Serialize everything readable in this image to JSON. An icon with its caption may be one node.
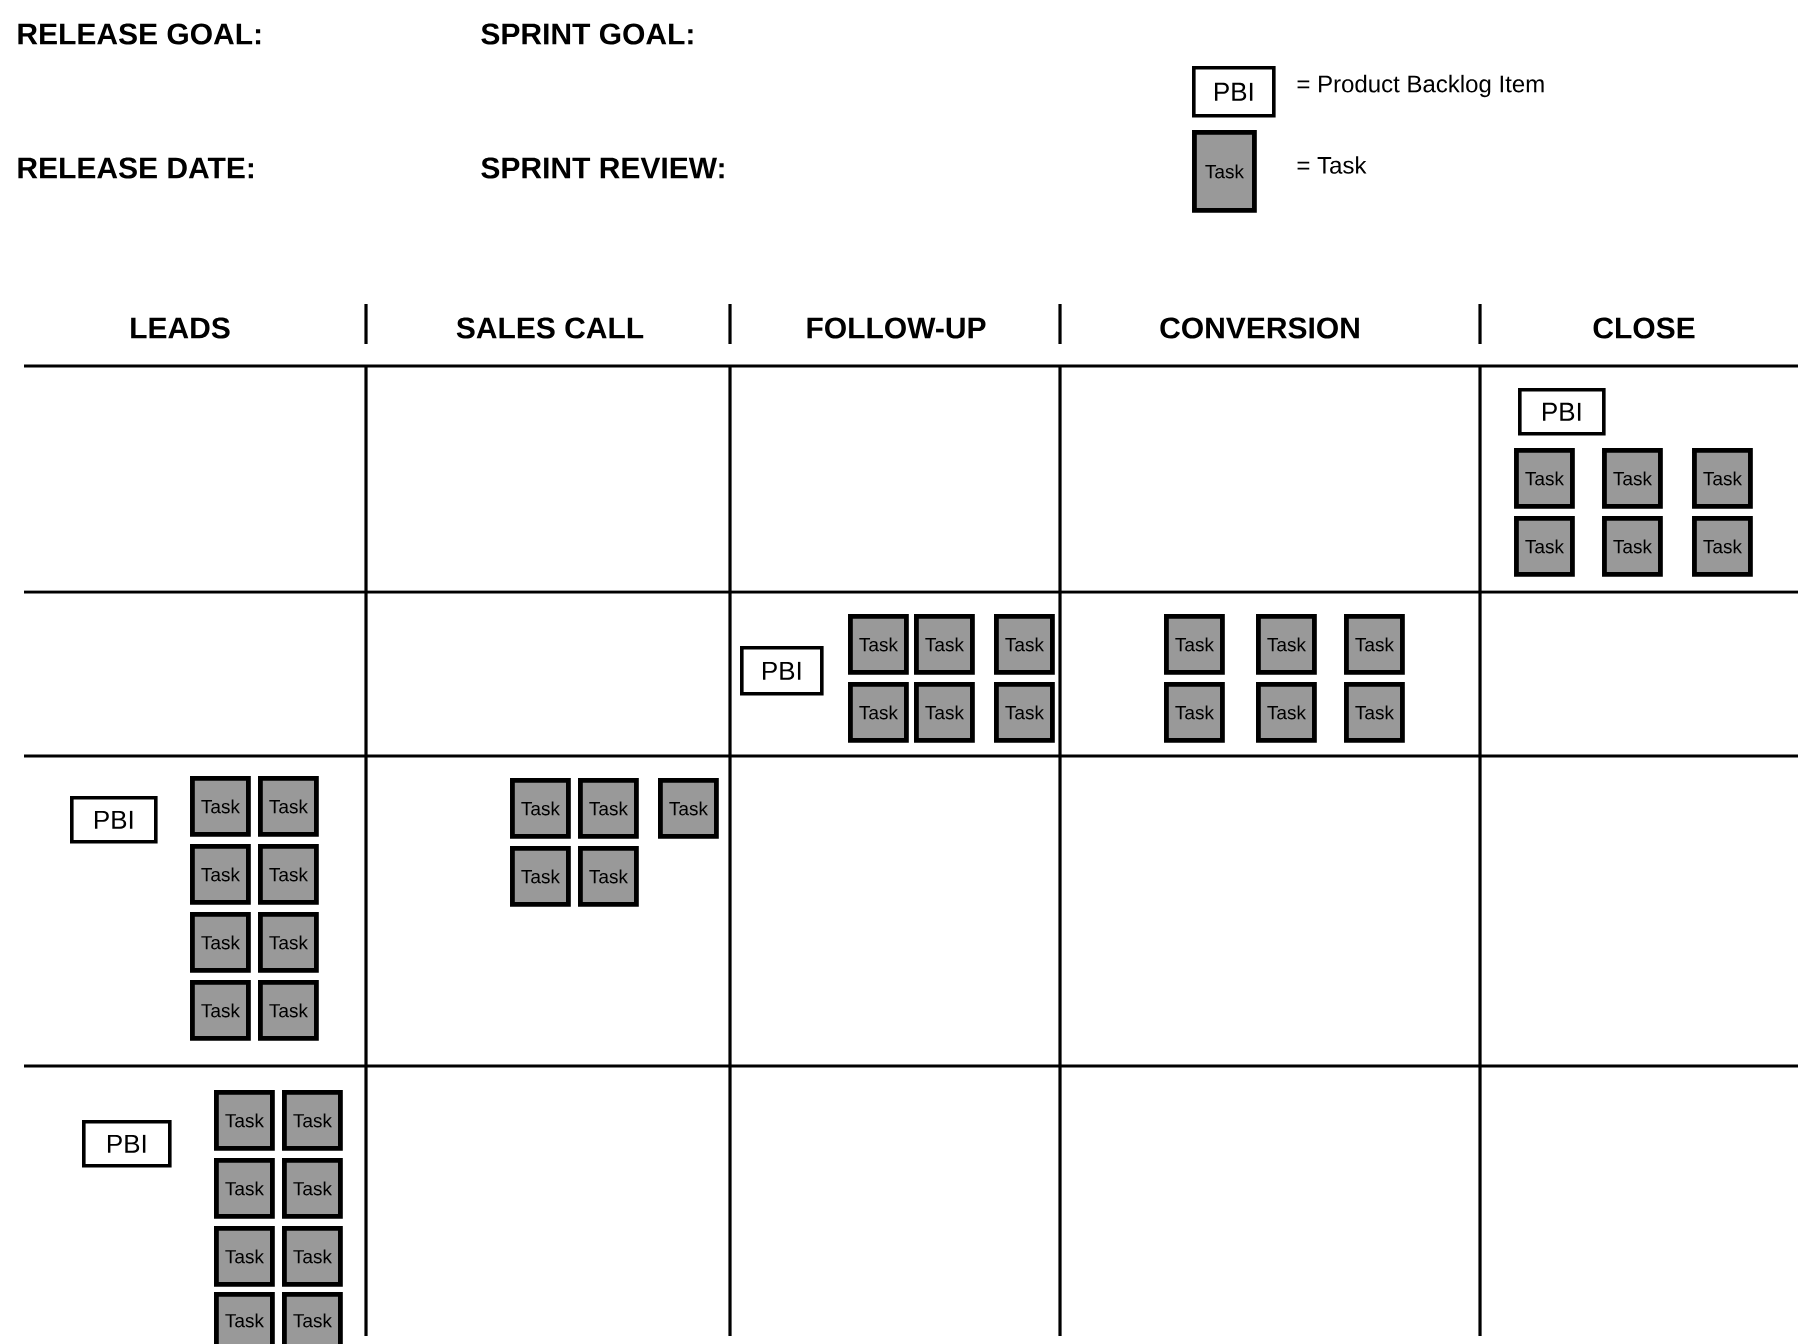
{
  "diagram": {
    "nodes": [
      {
        "text": [
          "PBI"
        ],
        "beside": [
          "= Product Backlog Item"
        ]
      },
      {
        "text": [
          "Task"
        ],
        "beside": [
          "= Task"
        ]
      },
      {
        "text": [
          "PBI"
        ]
      },
      {
        "text": [
          "Task"
        ]
      },
      {
        "text": [
          "Task"
        ]
      },
      {
        "text": [
          "Task"
        ]
      },
      {
        "text": [
          "Task"
        ]
      },
      {
        "text": [
          "Task"
        ]
      },
      {
        "text": [
          "Task"
        ]
      },
      {
        "text": [
          "PBI"
        ]
      },
      {
        "text": [
          "Task"
        ]
      },
      {
        "text": [
          "Task"
        ]
      },
      {
        "text": [
          "Task"
        ]
      },
      {
        "text": [
          "Task"
        ]
      },
      {
        "text": [
          "Task"
        ]
      },
      {
        "text": [
          "Task"
        ]
      },
      {
        "text": [
          "Task"
        ]
      },
      {
        "text": [
          "Task"
        ]
      },
      {
        "text": [
          "Task"
        ]
      },
      {
        "text": [
          "Task"
        ]
      },
      {
        "text": [
          "Task"
        ]
      },
      {
        "text": [
          "Task"
        ]
      },
      {
        "text": [
          "PBI"
        ]
      },
      {
        "text": [
          "Task"
        ]
      },
      {
        "text": [
          "Task"
        ]
      },
      {
        "text": [
          "Task"
        ]
      },
      {
        "text": [
          "Task"
        ]
      },
      {
        "text": [
          "Task"
        ]
      },
      {
        "text": [
          "Task"
        ]
      },
      {
        "text": [
          "Task"
        ]
      },
      {
        "text": [
          "Task"
        ]
      },
      {
        "text": [
          "Task"
        ]
      },
      {
        "text": [
          "Task"
        ]
      },
      {
        "text": [
          "Task"
        ]
      },
      {
        "text": [
          "Task"
        ]
      },
      {
        "text": [
          "Task"
        ]
      },
      {
        "text": [
          "PBI"
        ]
      },
      {
        "text": [
          "Task"
        ]
      },
      {
        "text": [
          "Task"
        ]
      },
      {
        "text": [
          "Task"
        ]
      },
      {
        "text": [
          "Task"
        ]
      },
      {
        "text": [
          "Task"
        ]
      },
      {
        "text": [
          "Task"
        ]
      },
      {
        "text": [
          "Task"
        ]
      },
      {
        "text": [
          "Task"
        ]
      }
    ],
    "labels": [
      "RELEASE GOAL:",
      "SPRINT GOAL:",
      "RELEASE DATE:",
      "SPRINT REVIEW:",
      "LEADS",
      "SALES CALL",
      "FOLLOW-UP",
      "CONVERSION",
      "CLOSE"
    ]
  }
}
